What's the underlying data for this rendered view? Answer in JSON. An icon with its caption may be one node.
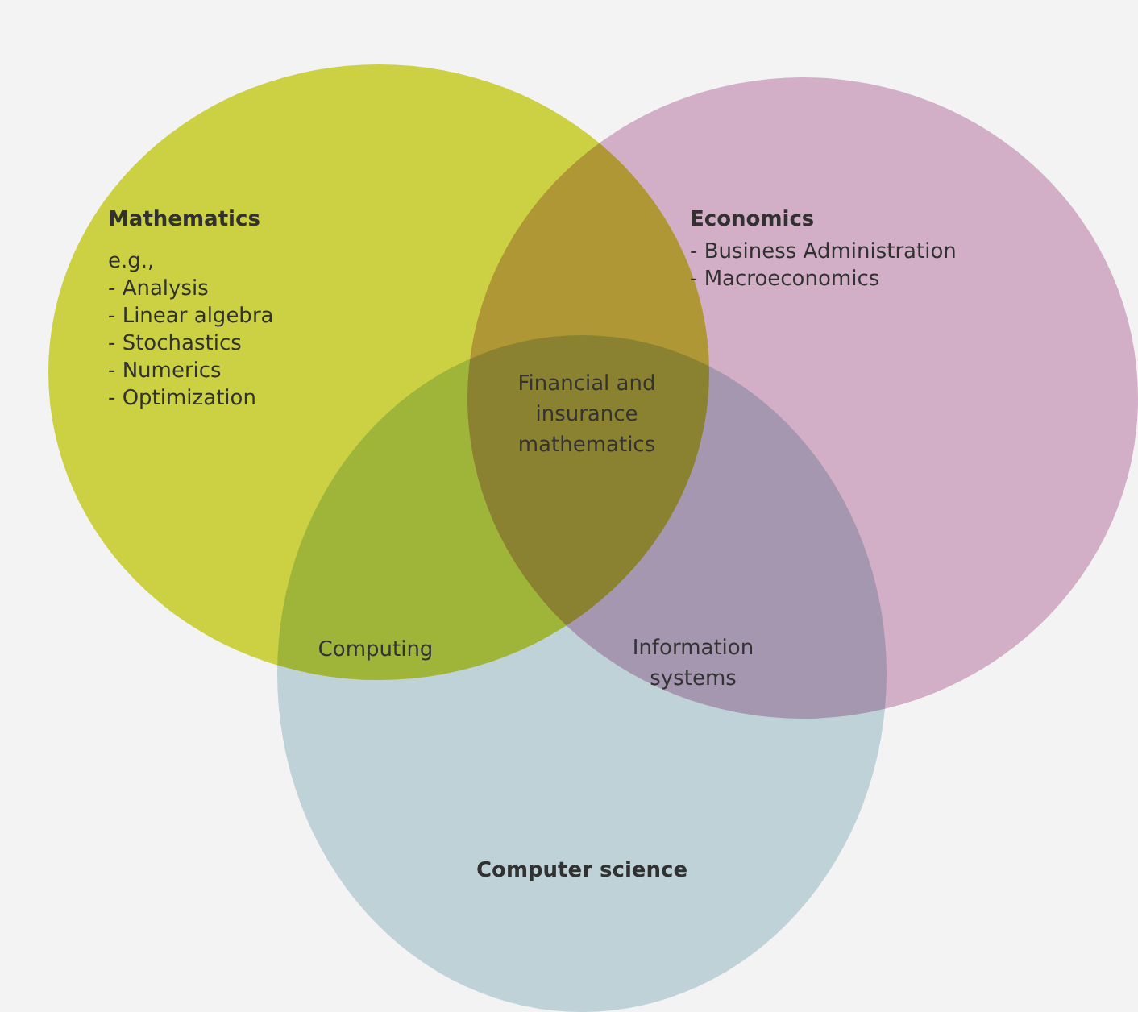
{
  "diagram": {
    "nodes": [
      {
        "text": [
          "Mathematics",
          "e.g.,",
          "- Analysis",
          "- Linear algebra",
          "- Stochastics",
          "- Numerics",
          "- Optimization"
        ]
      },
      {
        "text": [
          "Economics",
          "- Business Administration",
          "- Macroeconomics"
        ]
      },
      {
        "text": [
          "Computer science"
        ]
      }
    ],
    "labels": [
      "Financial and insurance mathematics",
      "Computing",
      "Information systems"
    ]
  }
}
